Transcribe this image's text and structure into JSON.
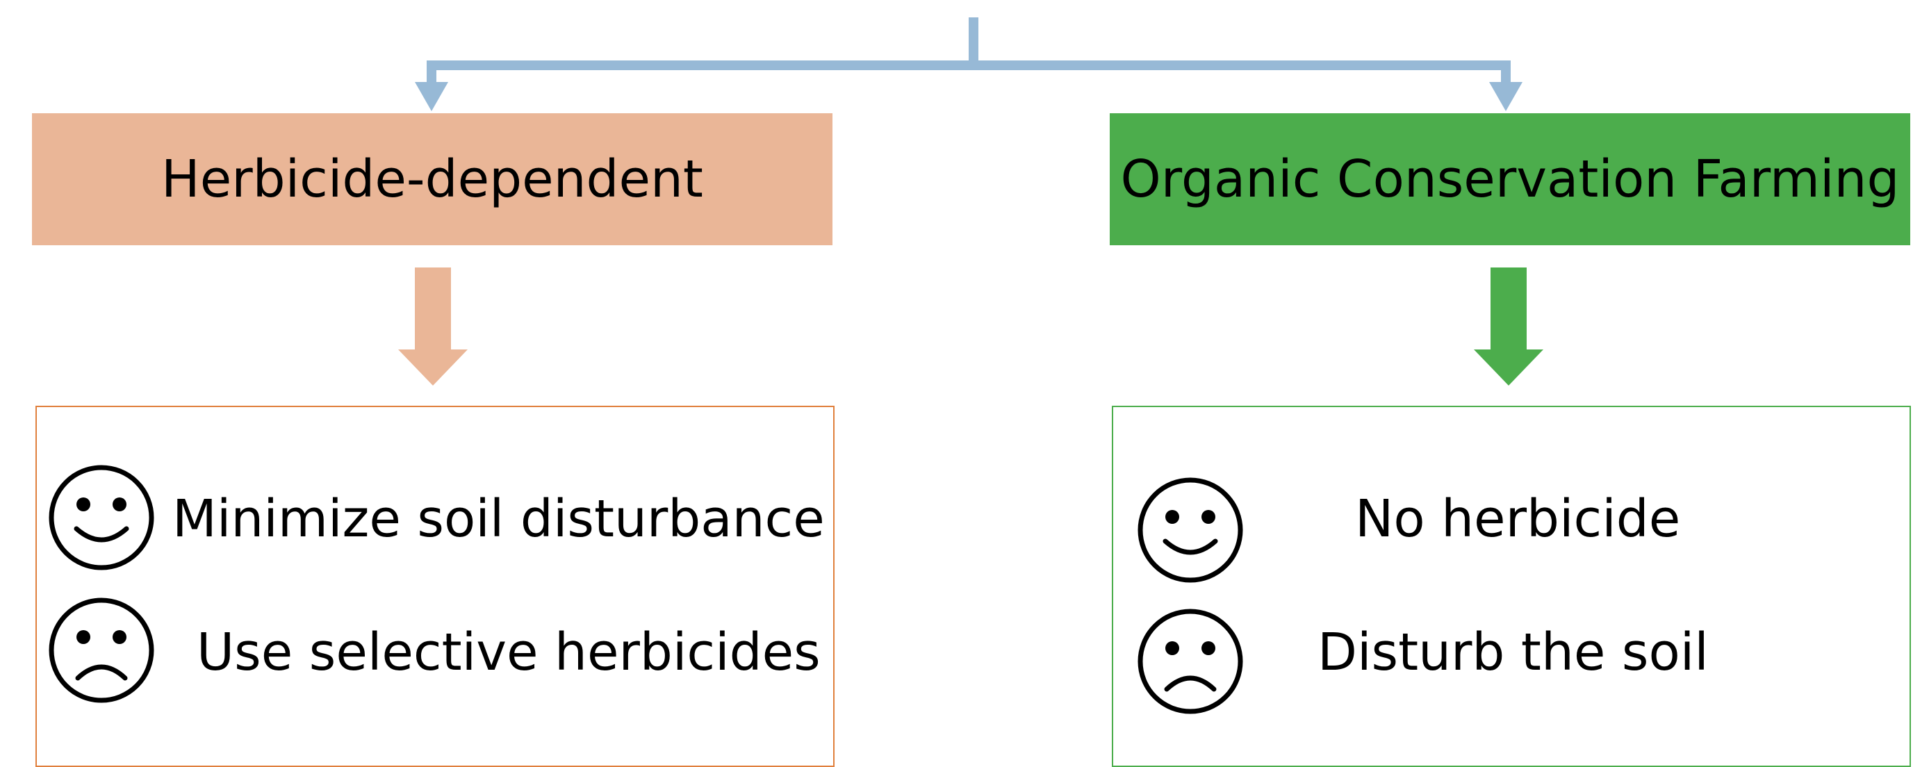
{
  "colors": {
    "connector": "#97b9d6",
    "herbicide_fill": "#eab697",
    "herbicide_border": "#e07f3c",
    "organic_fill": "#4cad4c",
    "organic_border": "#4cad4c"
  },
  "branches": [
    {
      "title": "Herbicide-dependent",
      "items": [
        {
          "icon": "smiley-face-icon",
          "text": "Minimize soil disturbance"
        },
        {
          "icon": "frowning-face-icon",
          "text": "Use selective herbicides"
        }
      ]
    },
    {
      "title": "Organic Conservation Farming",
      "items": [
        {
          "icon": "smiley-face-icon",
          "text": "No herbicide"
        },
        {
          "icon": "frowning-face-icon",
          "text": "Disturb the soil"
        }
      ]
    }
  ]
}
